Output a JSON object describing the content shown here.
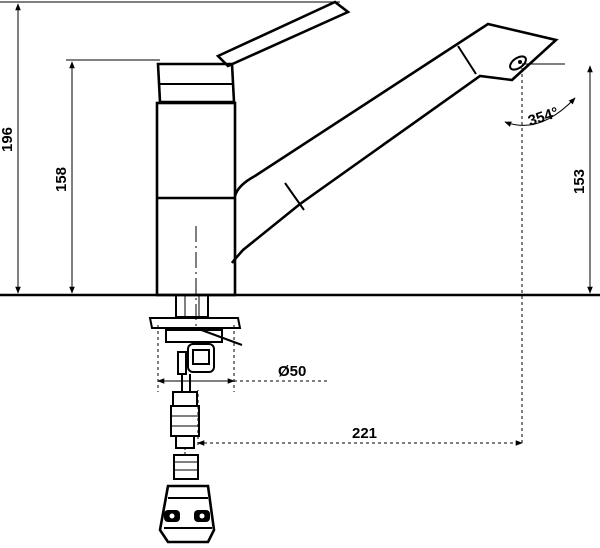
{
  "dimensions": {
    "overall_height": "196",
    "lever_height": "158",
    "spout_height": "153",
    "rotation": "354°",
    "hole_diameter": "Ø50",
    "reach": "221"
  }
}
